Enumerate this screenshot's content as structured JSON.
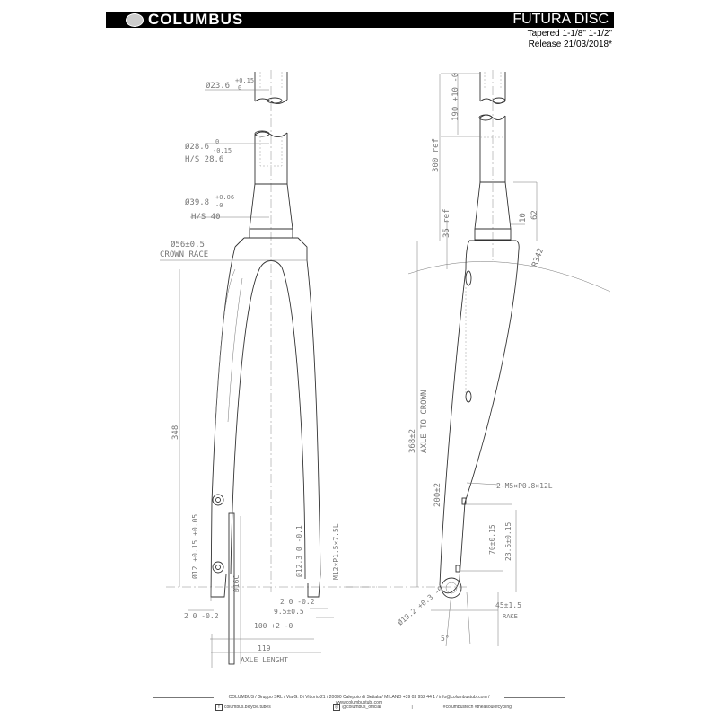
{
  "header": {
    "brand": "COLUMBUS",
    "model": "FUTURA DISC",
    "spec": "Tapered 1-1/8\" 1-1/2\"",
    "release": "Release 21/03/2018*"
  },
  "front_view": {
    "steerer_top_dia": "Ø23.6",
    "steerer_top_tol_plus": "+0.15",
    "steerer_top_tol_minus": "0",
    "steerer_mid_dia": "Ø28.6",
    "steerer_mid_tol_plus": "0",
    "steerer_mid_tol_minus": "-0.15",
    "hs_upper": "H/S 28.6",
    "steerer_low_dia": "Ø39.8",
    "steerer_low_tol_plus": "+0.06",
    "steerer_low_tol_minus": "-0",
    "hs_lower": "H/S 40",
    "crown_race": "Ø56±0.5",
    "crown_race_label": "CROWN RACE",
    "height": "348",
    "axle_hole": "Ø12 +0.15 +0.05",
    "axle_rod": "Ø16C",
    "thread_dia": "Ø12.3 0 -0.1",
    "thread": "M12×P1.5×7.5L",
    "dropout_left_tol": "2 0 -0.2",
    "dropout_right_tol": "2 0 -0.2",
    "offset": "9.5±0.5",
    "spacing": "100 +2 -0",
    "axle_length": "119",
    "axle_length_label": "AXLE LENGHT"
  },
  "side_view": {
    "insert": "190 +10 -0",
    "steerer_length": "300 ref",
    "crown_height": "35 ref",
    "taper": "10",
    "taper_length": "62",
    "radius": "R342",
    "axle_to_crown": "368±2",
    "axle_to_crown_label": "AXLE TO CROWN",
    "mount_height": "200±2",
    "mount_bolts": "2-M5×P0.8×12L",
    "mount_spacing": "70±0.15",
    "mount_offset": "23.5±0.15",
    "dropout_dia": "Ø19.2 +0.3 -0",
    "rake": "45±1.5",
    "rake_label": "RAKE",
    "angle": "5°"
  },
  "footer": {
    "address": "COLUMBUS / Gruppo SRL / Via G. Di Vittorio 21 / 20090 Caleppio di Settala / MILANO +39 02 952 44 1 / info@columbustubi.com / www.columbustubi.com",
    "facebook": "columbus.bicycle.tubes",
    "instagram": "@columbus_official",
    "hashtags": "#columbustech #theasoulofcycling"
  }
}
